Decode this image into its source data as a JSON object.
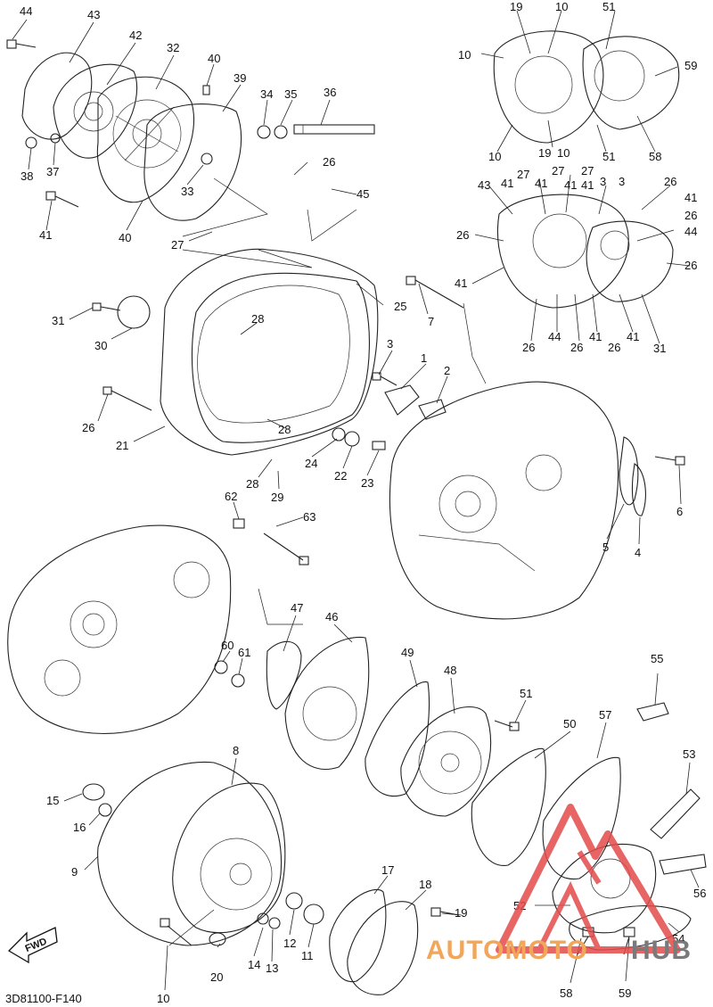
{
  "diagram": {
    "part_code": "3D81100-F140",
    "direction_label": "FWD"
  },
  "watermark": {
    "text_part1": "AUTOMOTO",
    "text_part2": "HUB",
    "color_part1": "#f2a65a",
    "color_part2": "#7a7a7a",
    "logo_color": "#e34b4b"
  },
  "callouts": {
    "n1": "1",
    "n2": "2",
    "n3": "3",
    "n4": "4",
    "n5": "5",
    "n6": "6",
    "n7": "7",
    "n8": "8",
    "n9": "9",
    "n10": "10",
    "n11": "11",
    "n12": "12",
    "n13": "13",
    "n14": "14",
    "n15": "15",
    "n16": "16",
    "n17": "17",
    "n18": "18",
    "n19": "19",
    "n20": "20",
    "n21": "21",
    "n22": "22",
    "n23": "23",
    "n24": "24",
    "n25": "25",
    "n26": "26",
    "n27": "27",
    "n28": "28",
    "n29": "29",
    "n30": "30",
    "n31": "31",
    "n32": "32",
    "n33": "33",
    "n34": "34",
    "n35": "35",
    "n36": "36",
    "n37": "37",
    "n38": "38",
    "n39": "39",
    "n40": "40",
    "n41": "41",
    "n42": "42",
    "n43": "43",
    "n44": "44",
    "n45": "45",
    "n46": "46",
    "n47": "47",
    "n48": "48",
    "n49": "49",
    "n50": "50",
    "n51": "51",
    "n52": "52",
    "n53": "53",
    "n54": "54",
    "n55": "55",
    "n56": "56",
    "n57": "57",
    "n58": "58",
    "n59": "59",
    "n60": "60",
    "n61": "61",
    "n62": "62",
    "n63": "63"
  }
}
